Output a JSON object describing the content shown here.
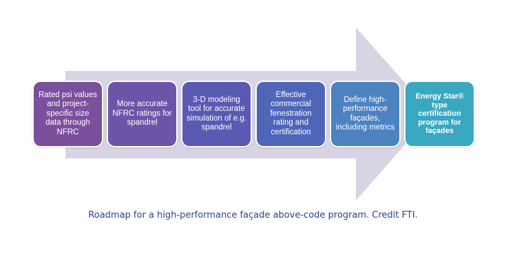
{
  "steps": [
    {
      "text": "Rated psi values and project-specific size data through NFRC",
      "color": "#7a4f9c",
      "bold": false
    },
    {
      "text": "More accurate NFRC ratings for spandrel",
      "color": "#6b55a8",
      "bold": false
    },
    {
      "text": "3-D modeling tool for accurate simulation of e.g. spandrel",
      "color": "#5a5ab3",
      "bold": false
    },
    {
      "text": "Effective commercial fenestration rating and certification",
      "color": "#4f66b8",
      "bold": false
    },
    {
      "text": "Define high-performance façades, including metrics",
      "color": "#4d82c0",
      "bold": false
    },
    {
      "text": "Energy Star® type certification program for façades",
      "color": "#3aa8c1",
      "bold": true
    }
  ],
  "caption": "Roadmap for a high-performance façade above-code program. Credit FTI.",
  "colors": {
    "arrow": "#d9d4e3",
    "caption": "#2b3f8f"
  }
}
